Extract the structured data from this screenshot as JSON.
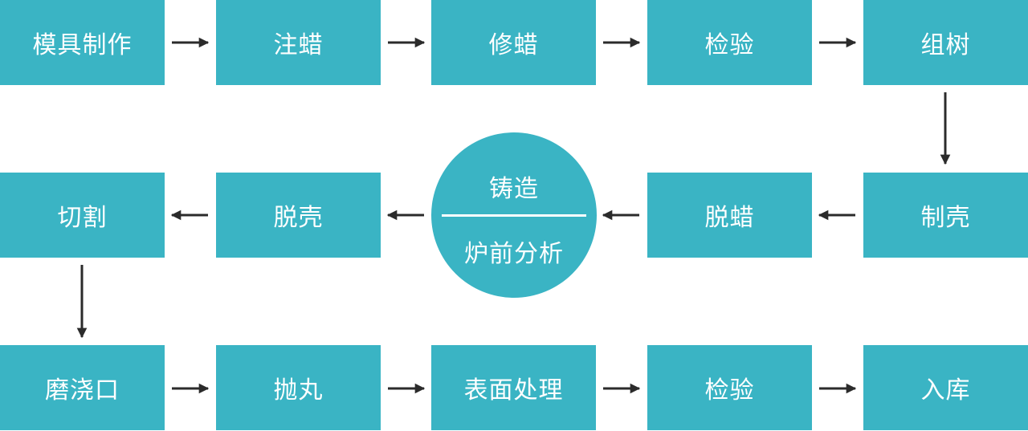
{
  "colors": {
    "box_fill": "#3ab4c4",
    "text": "#ffffff",
    "arrow": "#2b2b2b"
  },
  "row1": [
    "模具制作",
    "注蜡",
    "修蜡",
    "检验",
    "组树"
  ],
  "row2": [
    "切割",
    "脱壳",
    "脱蜡",
    "制壳"
  ],
  "row3": [
    "磨浇口",
    "抛丸",
    "表面处理",
    "检验",
    "入库"
  ],
  "center": {
    "top_label": "铸造",
    "bottom_label": "炉前分析"
  }
}
